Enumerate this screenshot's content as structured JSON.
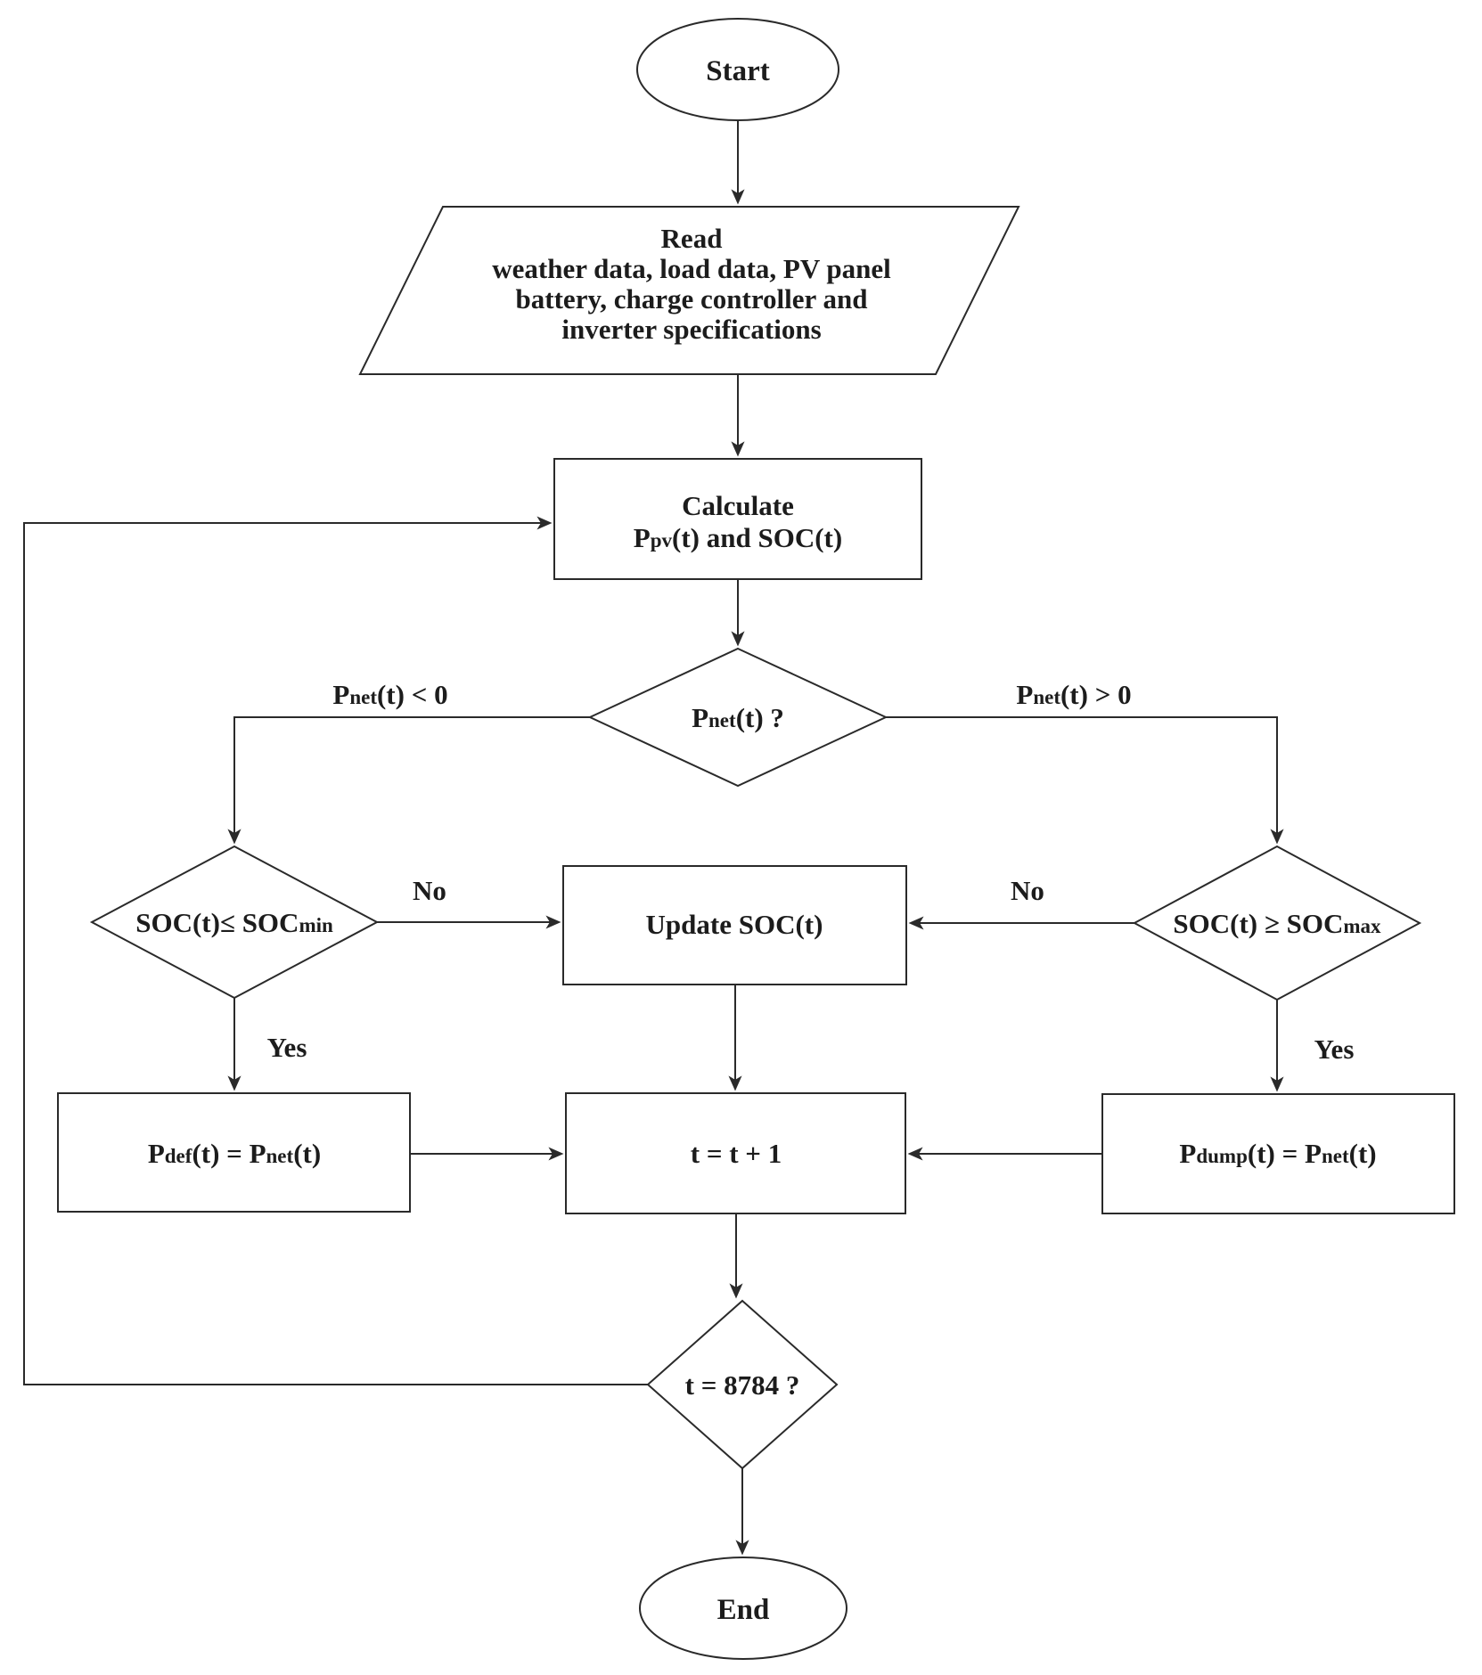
{
  "flowchart": {
    "background": "#ffffff",
    "line_color": "#2a2a2a",
    "text_color": "#1c1c1c",
    "nodes": {
      "start": {
        "type": "terminator",
        "label": "Start"
      },
      "read": {
        "type": "io",
        "lines": [
          "Read",
          "weather data, load data, PV panel",
          "battery, charge controller and",
          "inverter specifications"
        ]
      },
      "calculate": {
        "type": "process",
        "line1": "Calculate",
        "line2_p": "P",
        "line2_sub": "pv",
        "line2_rest": "(t) and SOC(t)"
      },
      "pnet_decision": {
        "type": "decision",
        "p": "P",
        "sub": "net",
        "rest": "(t) ?"
      },
      "soc_min_decision": {
        "type": "decision",
        "pre": "SOC(t)≤ SOC",
        "sub": "min"
      },
      "soc_max_decision": {
        "type": "decision",
        "pre": "SOC(t) ≥ SOC",
        "sub": "max"
      },
      "update_soc": {
        "type": "process",
        "label": "Update SOC(t)"
      },
      "p_deficit": {
        "type": "process",
        "p1": "P",
        "sub1": "def",
        "mid": "(t) = P",
        "sub2": "net",
        "rest": "(t)"
      },
      "t_increment": {
        "type": "process",
        "label": "t = t + 1"
      },
      "p_dump": {
        "type": "process",
        "p1": "P",
        "sub1": "dump",
        "mid": "(t) = P",
        "sub2": "net",
        "rest": "(t)"
      },
      "t_check": {
        "type": "decision",
        "label": "t = 8784 ?"
      },
      "end": {
        "type": "terminator",
        "label": "End"
      }
    },
    "edge_labels": {
      "pnet_negative": {
        "p": "P",
        "sub": "net",
        "rest": "(t) < 0"
      },
      "pnet_positive": {
        "p": "P",
        "sub": "net",
        "rest": "(t) > 0"
      },
      "soc_min_no": "No",
      "soc_min_yes": "Yes",
      "soc_max_no": "No",
      "soc_max_yes": "Yes"
    }
  }
}
